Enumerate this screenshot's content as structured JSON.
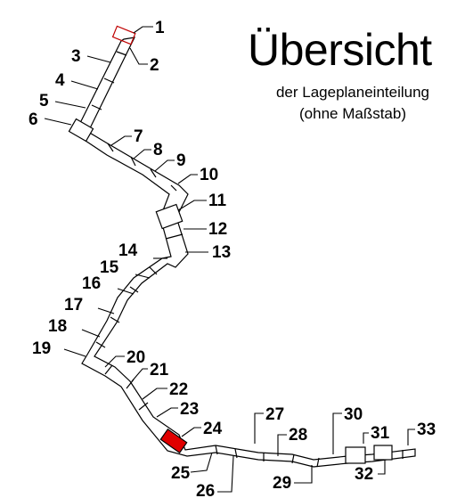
{
  "title": "Übersicht",
  "subtitle_line1": "der Lageplaneinteilung",
  "subtitle_line2": "(ohne Maßstab)",
  "highlight_color": "#e00000",
  "highlighted_sheet": "24",
  "sheet_numbers": [
    "1",
    "2",
    "3",
    "4",
    "5",
    "6",
    "7",
    "8",
    "9",
    "10",
    "11",
    "12",
    "13",
    "14",
    "15",
    "16",
    "17",
    "18",
    "19",
    "20",
    "21",
    "22",
    "23",
    "24",
    "25",
    "26",
    "27",
    "28",
    "29",
    "30",
    "31",
    "32",
    "33"
  ]
}
